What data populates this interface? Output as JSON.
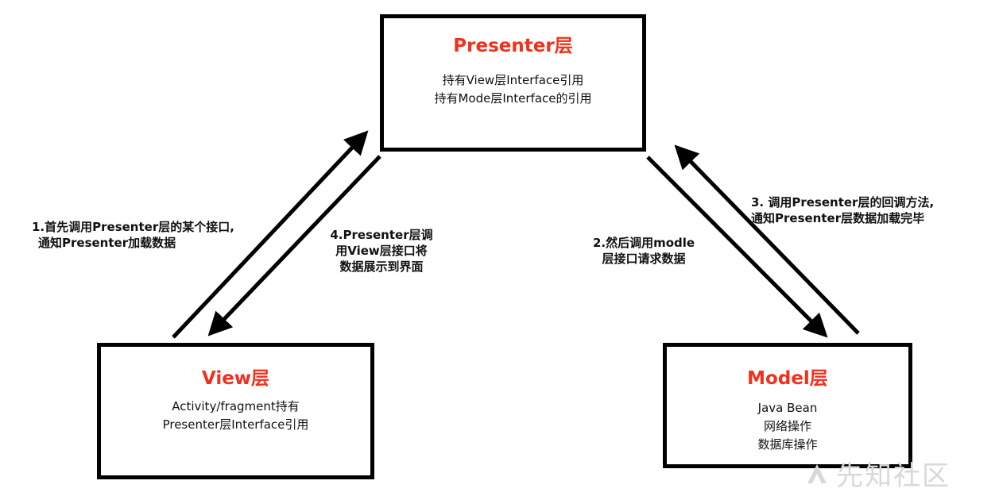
{
  "presenter": {
    "title": "Presenter层",
    "lines": [
      "持有View层Interface引用",
      "持有Mode层Interface的引用"
    ]
  },
  "view": {
    "title": "View层",
    "lines": [
      "Activity/fragment持有",
      "Presenter层Interface引用"
    ]
  },
  "model": {
    "title": "Model层",
    "lines": [
      "Java Bean",
      "网络操作",
      "数据库操作"
    ]
  },
  "edges": {
    "step1": [
      "1.首先调用Presenter层的某个接口,",
      "通知Presenter加载数据"
    ],
    "step4": [
      "4.Presenter层调",
      "用View层接口将",
      "数据展示到界面"
    ],
    "step2": [
      "2.然后调用modle",
      "层接口请求数据"
    ],
    "step3": [
      "3. 调用Presenter层的回调方法,",
      "通知Presenter层数据加载完毕"
    ]
  },
  "watermark": "先知社区",
  "colors": {
    "title": "#f2301b",
    "stroke": "#000000"
  }
}
